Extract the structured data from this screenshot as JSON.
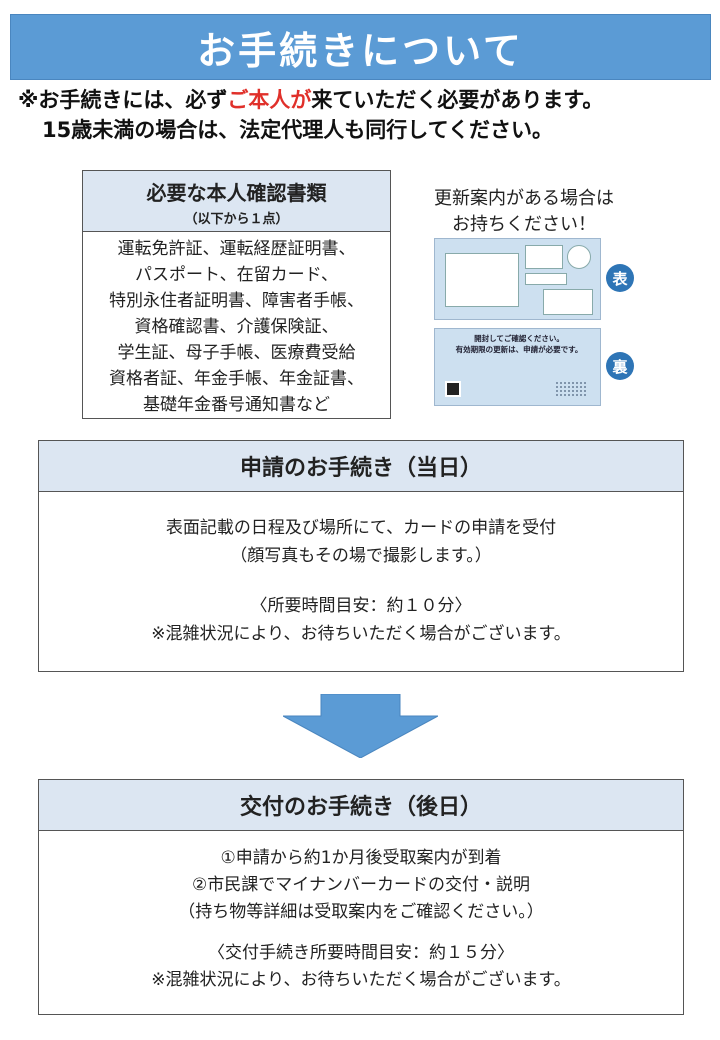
{
  "title": "お手続きについて",
  "notice": {
    "line1_pre": "※お手続きには、必ず",
    "line1_red": "ご本人が",
    "line1_post": "来ていただく必要があります。",
    "line2": "15歳未満の場合は、法定代理人も同行してください。"
  },
  "id_documents": {
    "heading": "必要な本人確認書類",
    "subheading": "（以下から１点）",
    "lines": [
      "運転免許証、運転経歴証明書、",
      "パスポート、在留カード、",
      "特別永住者証明書、障害者手帳、",
      "資格確認書、介護保険証、",
      "学生証、母子手帳、医療費受給",
      "資格者証、年金手帳、年金証書、",
      "基礎年金番号通知書など"
    ]
  },
  "renewal_notice": {
    "line1": "更新案内がある場合は",
    "line2": "お持ちください！",
    "front_label": "表",
    "back_label": "裏",
    "back_text1": "開封してご確認ください。",
    "back_text2": "有効期限の更新は、申請が必要です。"
  },
  "application": {
    "heading": "申請のお手続き（当日）",
    "line1": "表面記載の日程及び場所にて、カードの申請を受付",
    "line2": "（顔写真もその場で撮影します。）",
    "time": "〈所要時間目安：約１０分〉",
    "note": "※混雑状況により、お待ちいただく場合がございます。"
  },
  "delivery": {
    "heading": "交付のお手続き（後日）",
    "line1": "①申請から約1か月後受取案内が到着",
    "line2": "②市民課でマイナンバーカードの交付・説明",
    "line3": "（持ち物等詳細は受取案内をご確認ください。）",
    "time": "〈交付手続き所要時間目安：約１５分〉",
    "note": "※混雑状況により、お待ちいただく場合がございます。"
  },
  "colors": {
    "banner": "#5b9bd5",
    "header_fill": "#dce6f2",
    "emphasis_red": "#e0302a",
    "arrow": "#5b9bd5"
  }
}
